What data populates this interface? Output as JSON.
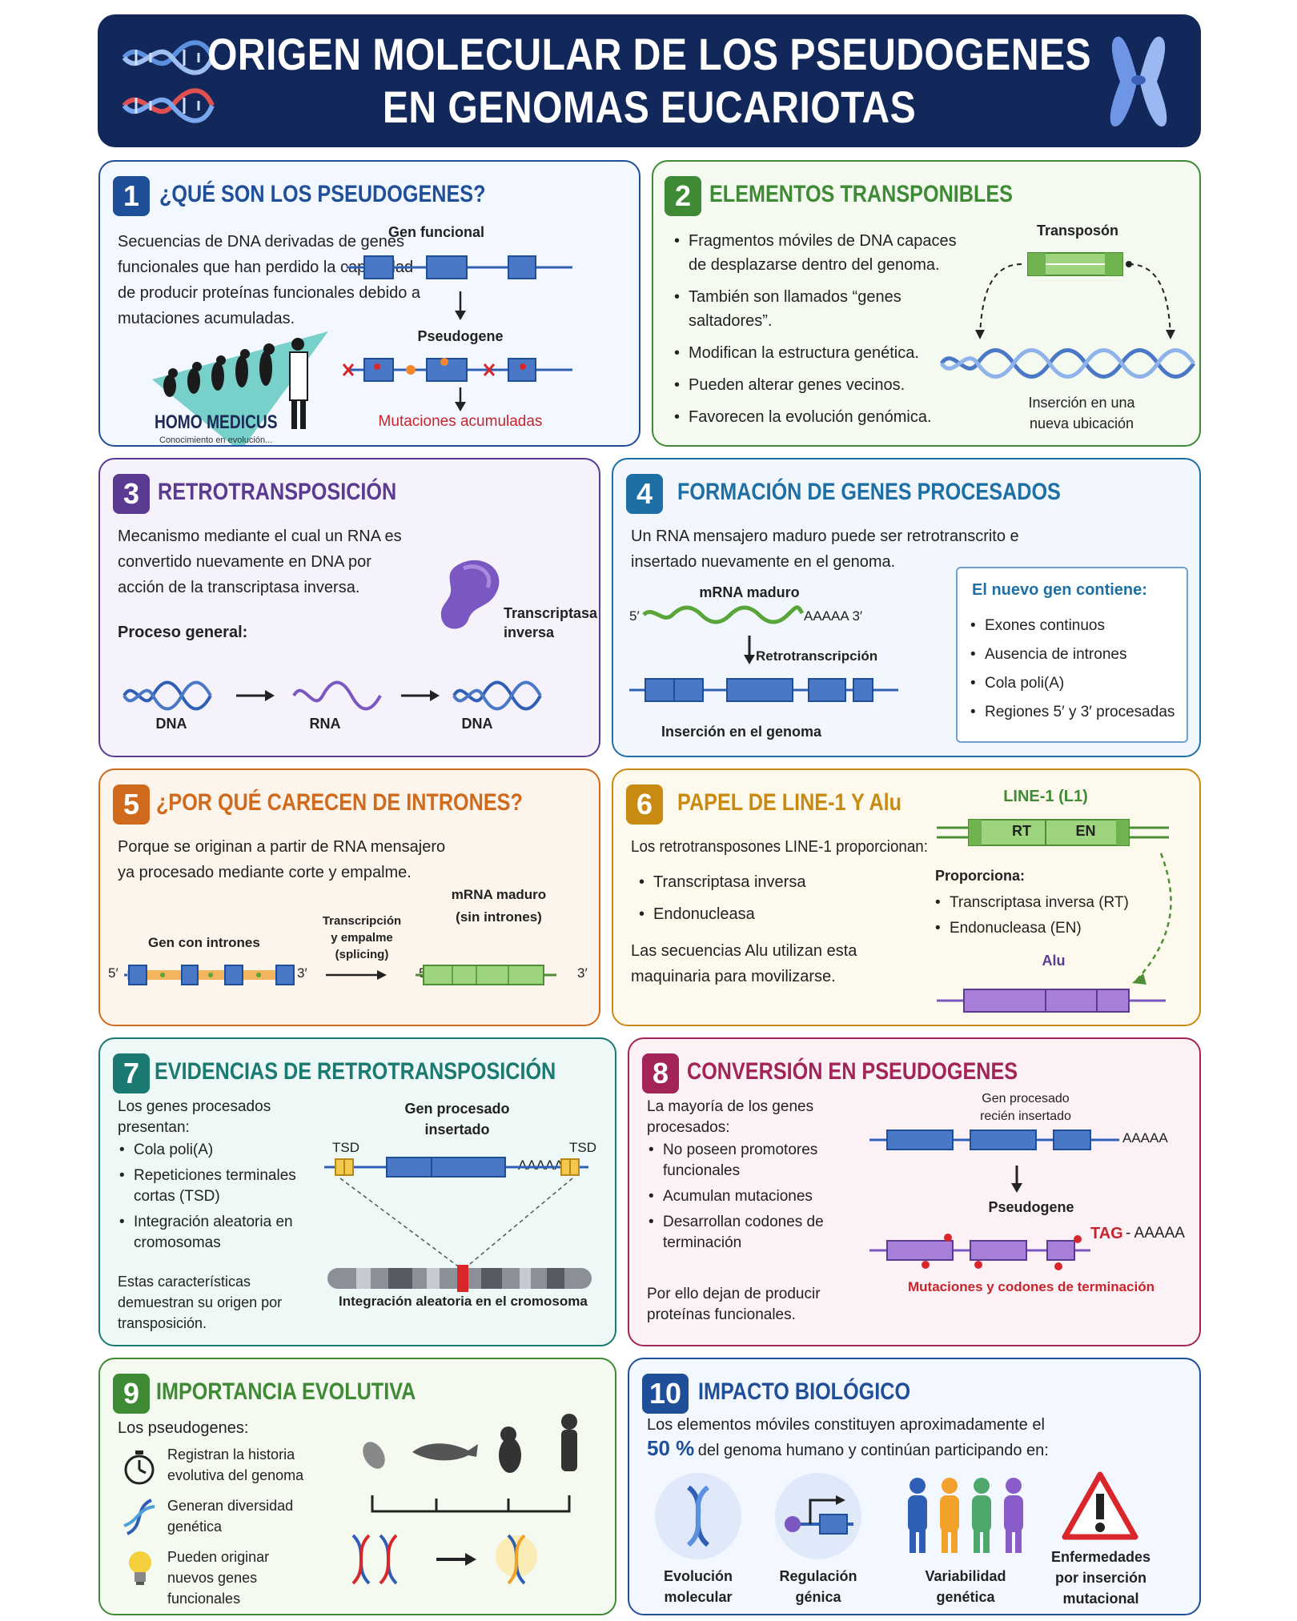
{
  "header": {
    "title_line1": "ORIGEN MOLECULAR DE LOS PSEUDOGENES",
    "title_line2": "EN GENOMAS EUCARIOTAS"
  },
  "colors": {
    "navy": "#13285a",
    "blue": "#1f4f99",
    "green": "#3f8a34",
    "purple": "#5b3a92",
    "teal_blue": "#1d6fa5",
    "orange": "#d06a1c",
    "gold": "#c98a12",
    "teal": "#1a7a72",
    "magenta": "#a32456",
    "gene_blue": "#4a78c7",
    "red": "#c8242b"
  },
  "s1": {
    "num": "1",
    "title": "¿QUÉ SON LOS PSEUDOGENES?",
    "text": "Secuencias de DNA derivadas de genes funcionales que han perdido la capacidad de producir proteínas funcionales debido a mutaciones acumuladas.",
    "gen_funcional": "Gen funcional",
    "pseudogene": "Pseudogene",
    "mutaciones": "Mutaciones acumuladas",
    "logo_name": "HOMO MEDICUS",
    "logo_tagline": "Conocimiento en evolución..."
  },
  "s2": {
    "num": "2",
    "title": "ELEMENTOS TRANSPONIBLES",
    "items": [
      "Fragmentos móviles de DNA capaces de desplazarse dentro del genoma.",
      "También son llamados “genes saltadores”.",
      "Modifican la estructura genética.",
      "Pueden alterar genes vecinos.",
      "Favorecen la evolución genómica."
    ],
    "transposon": "Transposón",
    "insercion": "Inserción en una nueva ubicación"
  },
  "s3": {
    "num": "3",
    "title": "RETROTRANSPOSICIÓN",
    "text": "Mecanismo mediante el cual un RNA es convertido nuevamente en DNA por acción de la transcriptasa inversa.",
    "proceso": "Proceso general:",
    "enzyme": "Transcriptasa inversa",
    "dna1": "DNA",
    "rna": "RNA",
    "dna2": "DNA"
  },
  "s4": {
    "num": "4",
    "title": "FORMACIÓN DE GENES PROCESADOS",
    "text": "Un RNA mensajero maduro puede ser retrotranscrito e insertado nuevamente en el genoma.",
    "mrna": "mRNA maduro",
    "five": "5′",
    "polyA": "AAAAA 3′",
    "retro": "Retrotranscripción",
    "insercion": "Inserción en el genoma",
    "box_title": "El nuevo gen contiene:",
    "box_items": [
      "Exones continuos",
      "Ausencia de intrones",
      "Cola poli(A)",
      "Regiones 5′ y 3′ procesadas"
    ]
  },
  "s5": {
    "num": "5",
    "title": "¿POR QUÉ CARECEN DE INTRONES?",
    "text": "Porque se originan a partir de RNA mensajero ya procesado mediante corte y empalme.",
    "gen_intrones": "Gen con intrones",
    "transcripcion": "Transcripción y empalme (splicing)",
    "mrna": "mRNA maduro (sin intrones)",
    "five": "5′",
    "three": "3′"
  },
  "s6": {
    "num": "6",
    "title": "PAPEL DE LINE-1 Y Alu",
    "text": "Los retrotransposones LINE-1 proporcionan:",
    "items": [
      "Transcriptasa inversa",
      "Endonucleasa"
    ],
    "text2": "Las secuencias Alu utilizan esta maquinaria para movilizarse.",
    "line1": "LINE-1 (L1)",
    "rt": "RT",
    "en": "EN",
    "proporciona": "Proporciona:",
    "prop_items": [
      "Transcriptasa inversa (RT)",
      "Endonucleasa (EN)"
    ],
    "alu": "Alu"
  },
  "s7": {
    "num": "7",
    "title": "EVIDENCIAS DE RETROTRANSPOSICIÓN",
    "text": "Los genes procesados presentan:",
    "items": [
      "Cola poli(A)",
      "Repeticiones terminales cortas (TSD)",
      "Integración aleatoria en cromosomas"
    ],
    "text2": "Estas características demuestran su origen por transposición.",
    "gen_proc": "Gen procesado insertado",
    "tsd": "TSD",
    "polyA": "AAAAA",
    "integracion": "Integración aleatoria en el cromosoma"
  },
  "s8": {
    "num": "8",
    "title": "CONVERSIÓN EN PSEUDOGENES",
    "text": "La mayoría de los genes procesados:",
    "items": [
      "No poseen promotores funcionales",
      "Acumulan mutaciones",
      "Desarrollan codones de terminación"
    ],
    "text2": "Por ello dejan de producir proteínas funcionales.",
    "gen_proc": "Gen procesado recién insertado",
    "polyA": "AAAAA",
    "pseudogene": "Pseudogene",
    "tag": "TAG",
    "polyA2": "- AAAAA",
    "mutaciones": "Mutaciones y codones de terminación"
  },
  "s9": {
    "num": "9",
    "title": "IMPORTANCIA EVOLUTIVA",
    "text": "Los pseudogenes:",
    "items": [
      {
        "icon": "stopwatch-icon",
        "text": "Registran la historia evolutiva del genoma"
      },
      {
        "icon": "dna-icon",
        "text": "Generan diversidad genética"
      },
      {
        "icon": "lightbulb-icon",
        "text": "Pueden originar nuevos genes funcionales"
      }
    ]
  },
  "s10": {
    "num": "10",
    "title": "IMPACTO BIOLÓGICO",
    "text1": "Los elementos móviles constituyen aproximadamente el",
    "pct": "50 %",
    "text2": "del genoma humano y continúan participando en:",
    "items": [
      "Evolución molecular",
      "Regulación génica",
      "Variabilidad genética",
      "Enfermedades por inserción mutacional"
    ]
  }
}
